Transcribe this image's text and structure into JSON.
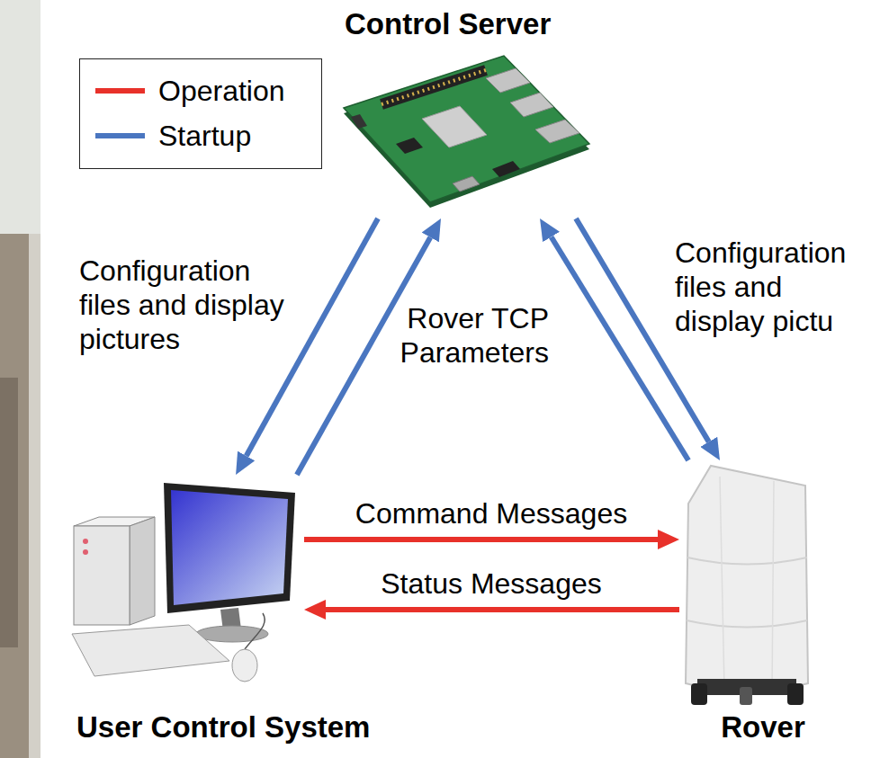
{
  "diagram": {
    "nodes": [
      {
        "text": [
          "Control Server"
        ]
      },
      {
        "text": [
          "User Control System"
        ]
      },
      {
        "text": [
          "Rover"
        ]
      }
    ],
    "edges": [
      {
        "from": 0,
        "to": 1,
        "arrow": "to",
        "label": "Configuration files and display pictures"
      },
      {
        "from": 1,
        "to": 0,
        "arrow": "to"
      },
      {
        "from": 2,
        "to": 0,
        "arrow": "to"
      },
      {
        "from": 0,
        "to": 2,
        "arrow": "to",
        "label": "Configuration files and display pictu"
      },
      {
        "from": 1,
        "to": 2,
        "arrow": "to",
        "label": "Command Messages"
      },
      {
        "from": 2,
        "to": 1,
        "arrow": "to",
        "label": "Status Messages"
      }
    ],
    "labels": [
      "Rover TCP Parameters"
    ],
    "legend": [
      {
        "text": "Operation",
        "color": "#e8312a"
      },
      {
        "text": "Startup",
        "color": "#4a76c0"
      }
    ]
  }
}
